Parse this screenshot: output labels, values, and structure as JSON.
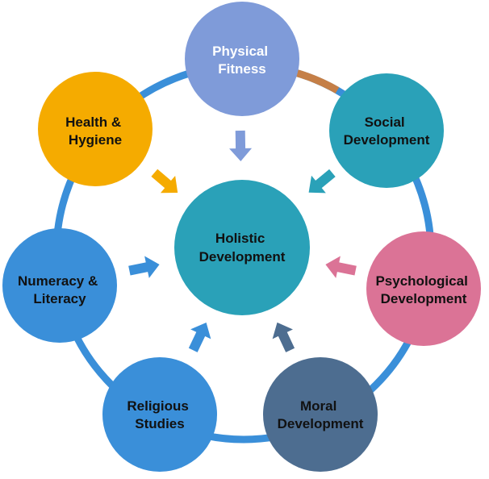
{
  "center": {
    "lines": [
      "Holistic",
      "Development"
    ],
    "color": "#2aa1b8",
    "text_color": "#111111"
  },
  "nodes": [
    {
      "id": "physical-fitness",
      "lines": [
        "Physical",
        "Fitness"
      ],
      "color": "#7f9bd9",
      "text_color": "#ffffff"
    },
    {
      "id": "social-development",
      "lines": [
        "Social",
        "Development"
      ],
      "color": "#2aa1b8",
      "text_color": "#111111"
    },
    {
      "id": "psychological-development",
      "lines": [
        "Psychological",
        "Development"
      ],
      "color": "#db7396",
      "text_color": "#111111"
    },
    {
      "id": "moral-development",
      "lines": [
        "Moral",
        "Development"
      ],
      "color": "#4d6d90",
      "text_color": "#111111"
    },
    {
      "id": "religious-studies",
      "lines": [
        "Religious",
        "Studies"
      ],
      "color": "#3a8fd9",
      "text_color": "#111111"
    },
    {
      "id": "numeracy-literacy",
      "lines": [
        "Numeracy &",
        "Literacy"
      ],
      "color": "#3a8fd9",
      "text_color": "#111111"
    },
    {
      "id": "health-hygiene",
      "lines": [
        "Health &",
        "Hygiene"
      ],
      "color": "#f5ab00",
      "text_color": "#111111"
    }
  ],
  "ring": {
    "color": "#3a8fd9",
    "accent_color": "#c57f47"
  }
}
